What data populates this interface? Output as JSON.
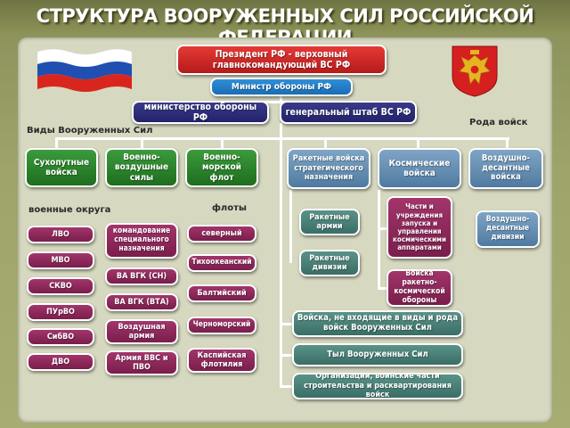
{
  "title": "СТРУКТУРА ВООРУЖЕННЫХ СИЛ РОССИЙСКОЙ ФЕДЕРАЦИИ",
  "colors": {
    "red": "#c8201f",
    "blue": "#2178c4",
    "navy": "#2b2b7a",
    "green": "#2d8a2d",
    "steel": "#6a93b8",
    "plum": "#8e2a5c",
    "teal": "#4a8078"
  },
  "top": {
    "president": "Президент РФ - верховный главнокомандующий ВС РФ",
    "minister": "Министр обороны РФ",
    "ministry": "министерство обороны РФ",
    "general_staff": "генеральный штаб ВС РФ"
  },
  "labels": {
    "types": "Виды Вооруженных Сил",
    "branches": "Рода войск",
    "districts": "военные округа",
    "fleets": "флоты"
  },
  "types": [
    "Сухопутные войска",
    "Военно-воздушные силы",
    "Военно-морской флот"
  ],
  "branches": [
    "Ракетные войска стратегического назначения",
    "Космические войска",
    "Воздушно-десантные войска"
  ],
  "districts": [
    "ЛВО",
    "МВО",
    "СКВО",
    "ПУрВО",
    "СибВО",
    "ДВО"
  ],
  "commands": [
    "командование специального назначения",
    "ВА ВГК (СН)",
    "ВА ВГК (ВТА)",
    "Воздушная армия",
    "Армия ВВС и ПВО"
  ],
  "fleets": [
    "северный",
    "Тихоокеанский",
    "Балтийский",
    "Черноморский",
    "Каспийская флотилия"
  ],
  "rvsn": [
    "Ракетные армии",
    "Ракетные дивизии"
  ],
  "space": [
    "Части и учреждения запуска и управления космическими аппаратами",
    "Войска ракетно-космической обороны"
  ],
  "vdv": [
    "Воздушно-десантные дивизии"
  ],
  "other": [
    "Войска, не входящие в виды и рода войск Вооруженных Сил",
    "Тыл Вооруженных Сил",
    "Организации, воинские части строительства и расквартирования войск"
  ]
}
